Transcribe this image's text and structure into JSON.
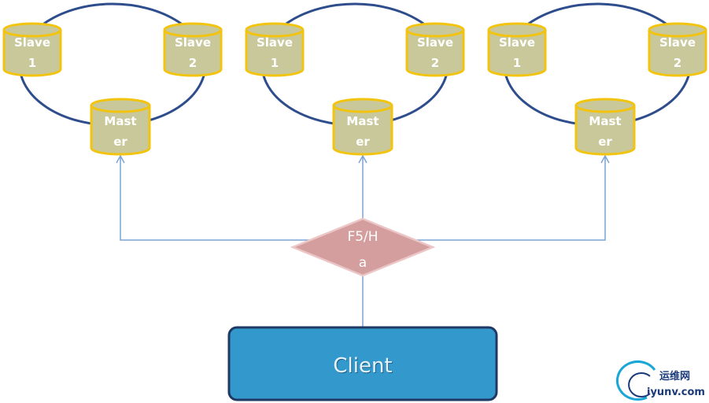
{
  "clusters": [
    {
      "slave1": {
        "line1": "Slave",
        "line2": "1"
      },
      "slave2": {
        "line1": "Slave",
        "line2": "2"
      },
      "master": {
        "line1": "Mast",
        "line2": "er"
      }
    },
    {
      "slave1": {
        "line1": "Slave",
        "line2": "1"
      },
      "slave2": {
        "line1": "Slave",
        "line2": "2"
      },
      "master": {
        "line1": "Mast",
        "line2": "er"
      }
    },
    {
      "slave1": {
        "line1": "Slave",
        "line2": "1"
      },
      "slave2": {
        "line1": "Slave",
        "line2": "2"
      },
      "master": {
        "line1": "Mast",
        "line2": "er"
      }
    }
  ],
  "balancer": {
    "line1": "F5/H",
    "line2": "a"
  },
  "client": {
    "label": "Client"
  },
  "watermark": {
    "cn": "运维网",
    "domain": "iyunv.com",
    "icon": "swirl-logo-icon"
  },
  "colors": {
    "cylinder_fill": "#c8c89a",
    "cylinder_stroke": "#f2c40f",
    "ring": "#2e4d8c",
    "arrow": "#7aa3d6",
    "diamond_fill": "#d49e9e",
    "diamond_stroke": "#ecc6c6",
    "client_fill": "#3399cc",
    "client_border": "#1f3864"
  }
}
